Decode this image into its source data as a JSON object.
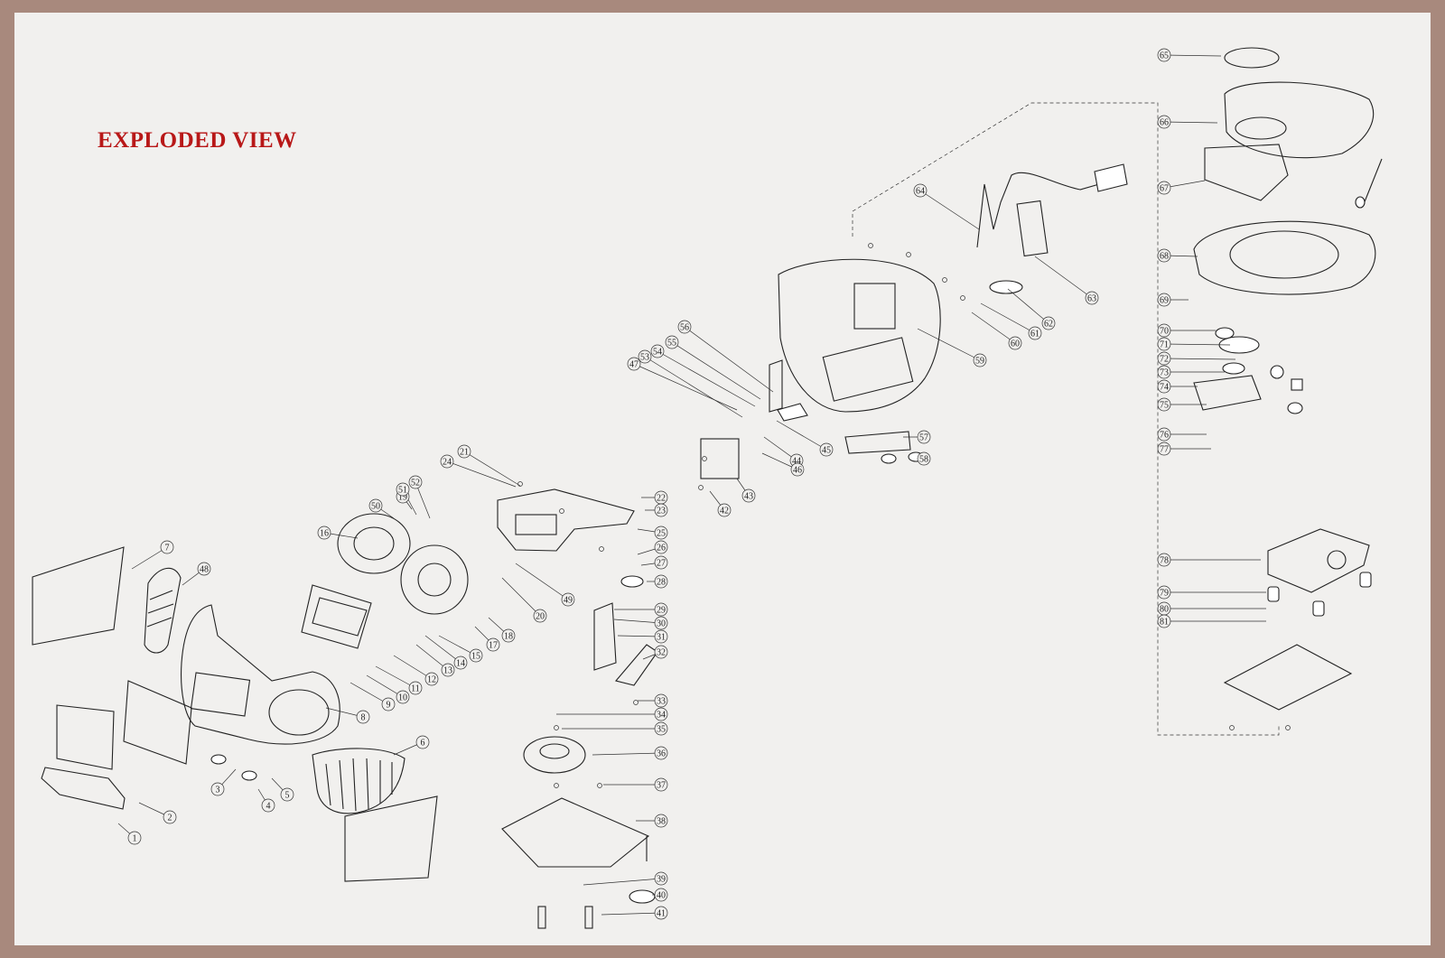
{
  "title": "EXPLODED VIEW",
  "colors": {
    "title": "#b81818",
    "frame": "#a8897d",
    "paper": "#f1f0ee",
    "ink": "#222222"
  },
  "callouts": [
    "1",
    "2",
    "3",
    "4",
    "5",
    "6",
    "7",
    "48",
    "8",
    "9",
    "10",
    "11",
    "12",
    "13",
    "14",
    "15",
    "16",
    "17",
    "18",
    "19",
    "20",
    "49",
    "50",
    "51",
    "52",
    "24",
    "21",
    "22",
    "23",
    "25",
    "26",
    "27",
    "28",
    "29",
    "30",
    "31",
    "32",
    "33",
    "34",
    "35",
    "36",
    "37",
    "38",
    "39",
    "40",
    "41",
    "42",
    "43",
    "44",
    "45",
    "46",
    "47",
    "53",
    "54",
    "55",
    "56",
    "57",
    "58",
    "59",
    "60",
    "61",
    "62",
    "63",
    "64",
    "65",
    "66",
    "67",
    "68",
    "69",
    "70",
    "71",
    "72",
    "73",
    "74",
    "75",
    "76",
    "77",
    "78",
    "79",
    "80",
    "81"
  ]
}
